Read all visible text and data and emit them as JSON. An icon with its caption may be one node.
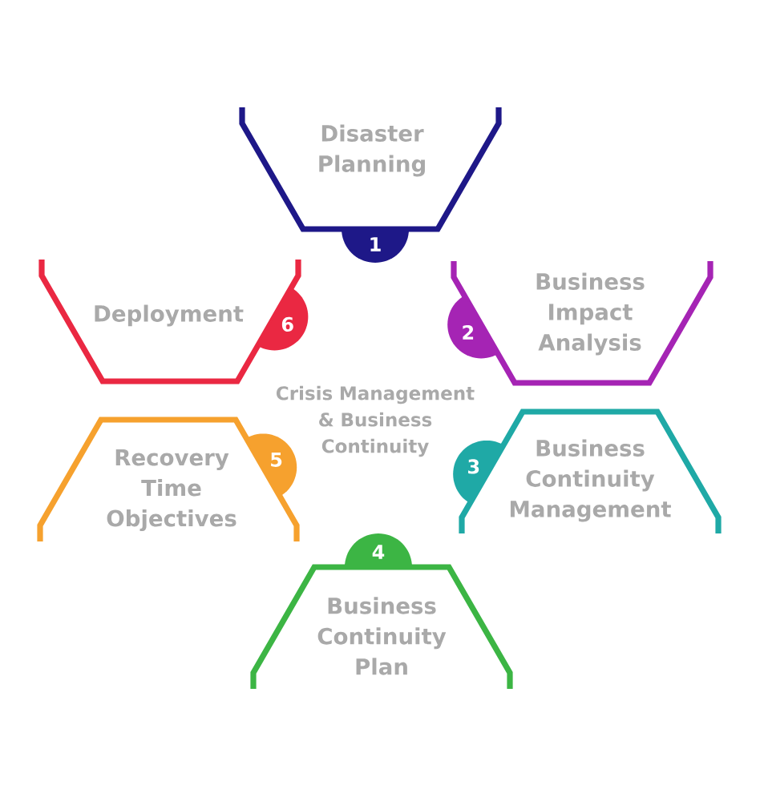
{
  "diagram": {
    "nodes": [
      {
        "text": [
          "Disaster Planning",
          "1"
        ]
      },
      {
        "text": [
          "2",
          "Business Impact Analysis"
        ]
      },
      {
        "text": [
          "3",
          "Business Continuity Management"
        ]
      },
      {
        "text": [
          "4",
          "Business Continuity Plan"
        ]
      },
      {
        "text": [
          "Recovery Time Objectives",
          "5"
        ]
      },
      {
        "text": [
          "Deployment",
          "6"
        ]
      }
    ],
    "labels": [
      "Crisis Management & Business Continuity"
    ]
  }
}
